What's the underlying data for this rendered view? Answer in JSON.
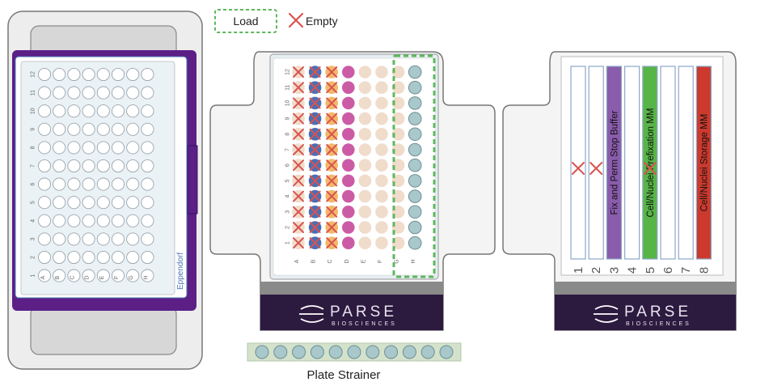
{
  "legend": {
    "load_label": "Load",
    "empty_label": "Empty"
  },
  "left_plate": {
    "brand": "Eppendorf",
    "row_labels": [
      "12",
      "11",
      "10",
      "9",
      "8",
      "7",
      "6",
      "5",
      "4",
      "3",
      "2",
      "1"
    ],
    "col_labels": [
      "A",
      "B",
      "C",
      "D",
      "E",
      "F",
      "G",
      "H"
    ]
  },
  "middle_plate": {
    "row_labels": [
      "12",
      "11",
      "10",
      "9",
      "8",
      "7",
      "6",
      "5",
      "4",
      "3",
      "2",
      "1"
    ],
    "col_labels": [
      "A",
      "B",
      "C",
      "D",
      "E",
      "F",
      "G",
      "H"
    ],
    "column_states": [
      {
        "fill": "#f0dccb",
        "mark": "x"
      },
      {
        "fill": "#4a6fb5",
        "mark": "x"
      },
      {
        "fill": "#f2b86a",
        "mark": "x"
      },
      {
        "fill": "#cc5ba6",
        "mark": ""
      },
      {
        "fill": "#f0dccb",
        "mark": ""
      },
      {
        "fill": "#f0dccb",
        "mark": ""
      },
      {
        "fill": "#f0dccb",
        "mark": ""
      },
      {
        "fill": "#a9c8cc",
        "mark": "load"
      }
    ]
  },
  "right_rack": {
    "tubes": [
      {
        "number": "1",
        "color": "#ffffff",
        "label": "",
        "empty": true
      },
      {
        "number": "2",
        "color": "#ffffff",
        "label": "",
        "empty": true
      },
      {
        "number": "3",
        "color": "#8a5cac",
        "label": "Fix and Perm Stop Buffer",
        "empty": false
      },
      {
        "number": "4",
        "color": "#ffffff",
        "label": "",
        "empty": false
      },
      {
        "number": "5",
        "color": "#57b547",
        "label": "Cell/Nuclei Prefixation MM",
        "empty": true
      },
      {
        "number": "6",
        "color": "#ffffff",
        "label": "",
        "empty": false
      },
      {
        "number": "7",
        "color": "#ffffff",
        "label": "",
        "empty": false
      },
      {
        "number": "8",
        "color": "#cc3a2e",
        "label": "Cell/Nuclei Storage MM",
        "empty": false
      }
    ]
  },
  "branding": {
    "name": "PARSE",
    "sub": "BIOSCIENCES"
  },
  "strainer": {
    "caption": "Plate Strainer",
    "well_count": 11
  },
  "colors": {
    "purple_plate": "#5b1f86",
    "dark_banner": "#2d1a3f",
    "load_green": "#5cb85c",
    "empty_red": "#d9534f"
  }
}
